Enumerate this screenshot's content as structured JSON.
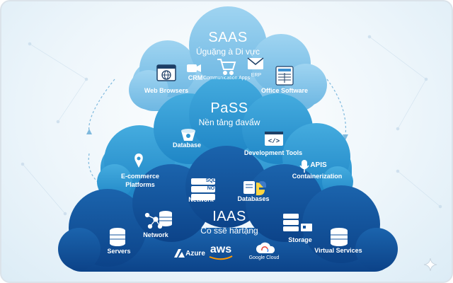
{
  "saas": {
    "title": "SAAS",
    "subtitle": "Úguặng à Di vực",
    "items": {
      "web_browsers": "Web Browsers",
      "crm": "CRM",
      "communication_apps": "Communication Apps",
      "erp": "ERP",
      "office_software": "Office Software"
    }
  },
  "paas": {
    "title": "PaSS",
    "subtitle": "Nền tảng đavẩw",
    "items": {
      "database": "Database",
      "development_tools": "Development Tools",
      "ecommerce_line1": "E-commerce",
      "ecommerce_line2": "Platforms",
      "apis": "APIS",
      "containerization": "Containerization"
    }
  },
  "iaas": {
    "title": "IAAS",
    "subtitle": "Co ssẽ hàrtặng",
    "items": {
      "network_top": "Network",
      "databases": "Databases",
      "network_left": "Network",
      "servers": "Servers",
      "storage": "Storage",
      "virtual_services": "Virtual Services"
    },
    "providers": {
      "azure": "Azure",
      "aws": "aws",
      "google_cloud": "Google Cloud"
    }
  },
  "icon_text": {
    "sql": "SQL",
    "nosql": "NO"
  },
  "colors": {
    "saas_cloud": "#7ec3ea",
    "paas_cloud": "#2e97d4",
    "iaas_cloud": "#11539e",
    "icon_dark": "#1d3f66",
    "background": "#eaf3f9"
  }
}
